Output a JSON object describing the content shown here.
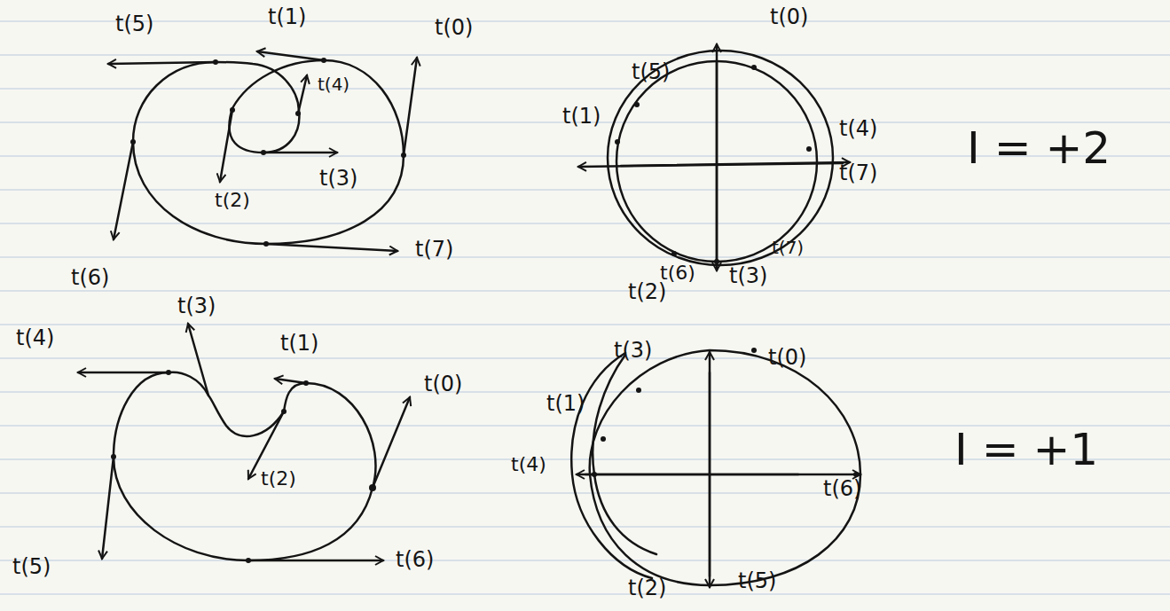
{
  "diagram": {
    "labels": [
      "t(5)",
      "t(1)",
      "t(0)",
      "t(4)",
      "t(3)",
      "t(2)",
      "t(6)",
      "t(7)",
      "t(0)",
      "t(5)",
      "t(1)",
      "t(4)",
      "t(7)",
      "t(6)",
      "t(2)",
      "t(3)",
      "t(7)",
      "I = +2",
      "t(4)",
      "t(3)",
      "t(1)",
      "t(0)",
      "t(2)",
      "t(5)",
      "t(6)",
      "t(3)",
      "t(0)",
      "t(1)",
      "t(4)",
      "t(6)",
      "t(2)",
      "t(5)",
      "I = +1"
    ]
  }
}
